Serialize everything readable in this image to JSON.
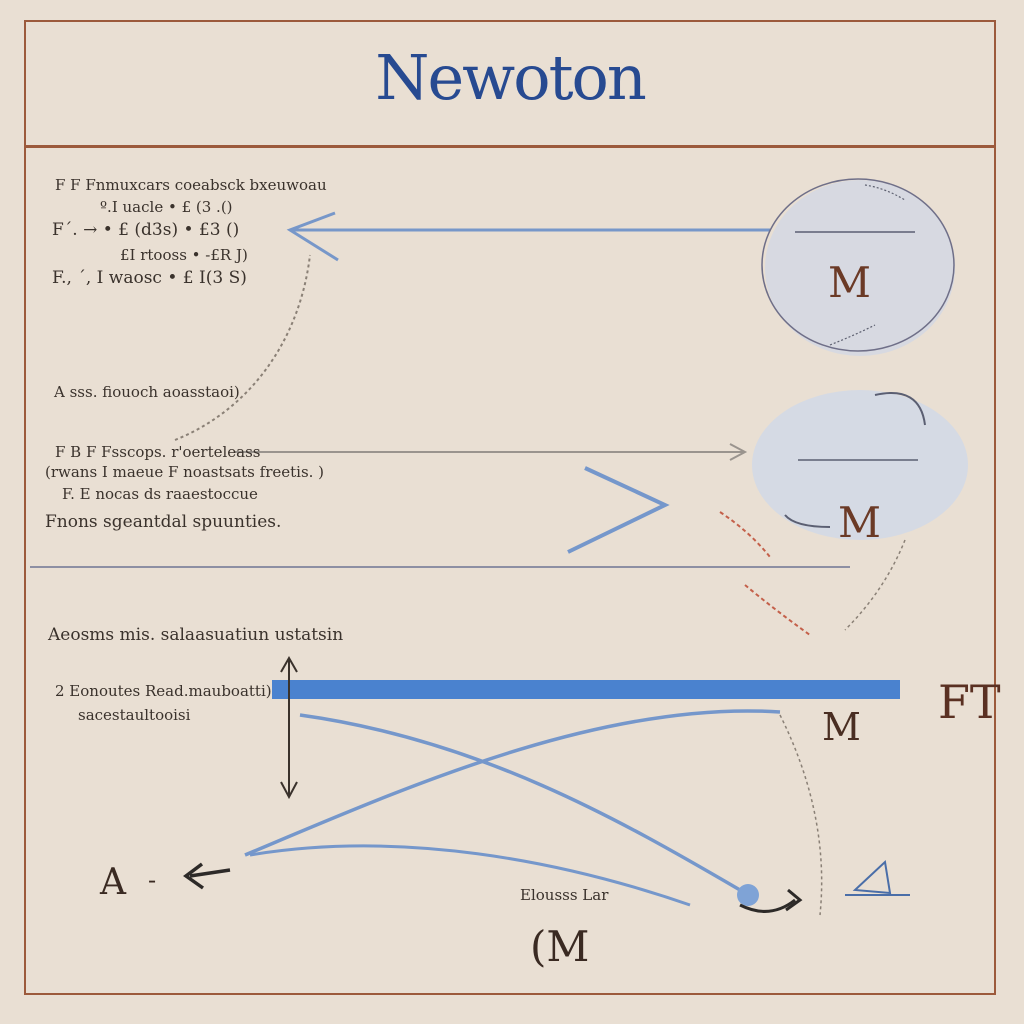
{
  "title": "Newoton",
  "colors": {
    "frame": "#9c5a3c",
    "title": "#274a91",
    "arrow": "#6f92c9",
    "band": "#4a82cf",
    "mass": "#6b3a26",
    "ink": "#3a322c",
    "red_scribble": "#c4604a"
  },
  "top_block": {
    "lines": [
      "F  F  Fnmuxcars  coeabsck  bxeuwoau",
      "º.I  uacle  • £ (3 .()",
      "F´.  → •  £ (d3s)  • £3 ()",
      "£I  rtooss  • -£R J)",
      "F.,  ´,  I  waosc  • £ I(3 S)"
    ],
    "annotation": "A  sss.  fiouoch  aoasstaoi)"
  },
  "mid_block": {
    "lines": [
      "F  B  F  Fsscops.  r'oerteleass",
      "(rwans  I  maeue  F  noastsats  freetis.  )",
      "F.  E nocas  ds  raaestoccue",
      "Fnons  sgeantdal  spuunties."
    ]
  },
  "lower_block": {
    "heading": "Aeosms  mis.  salaasuatiun  ustatsin",
    "lines": [
      "2  Eonoutes  Read.mauboatti)",
      "sacestaultooisi"
    ]
  },
  "masses": {
    "m_top": "M",
    "m_mid": "M",
    "m_band": "M",
    "m_bottom": "(M",
    "f_label": "FT",
    "a_label": "A",
    "dash": "-"
  },
  "caption_bottom": "Elousss  Lar"
}
